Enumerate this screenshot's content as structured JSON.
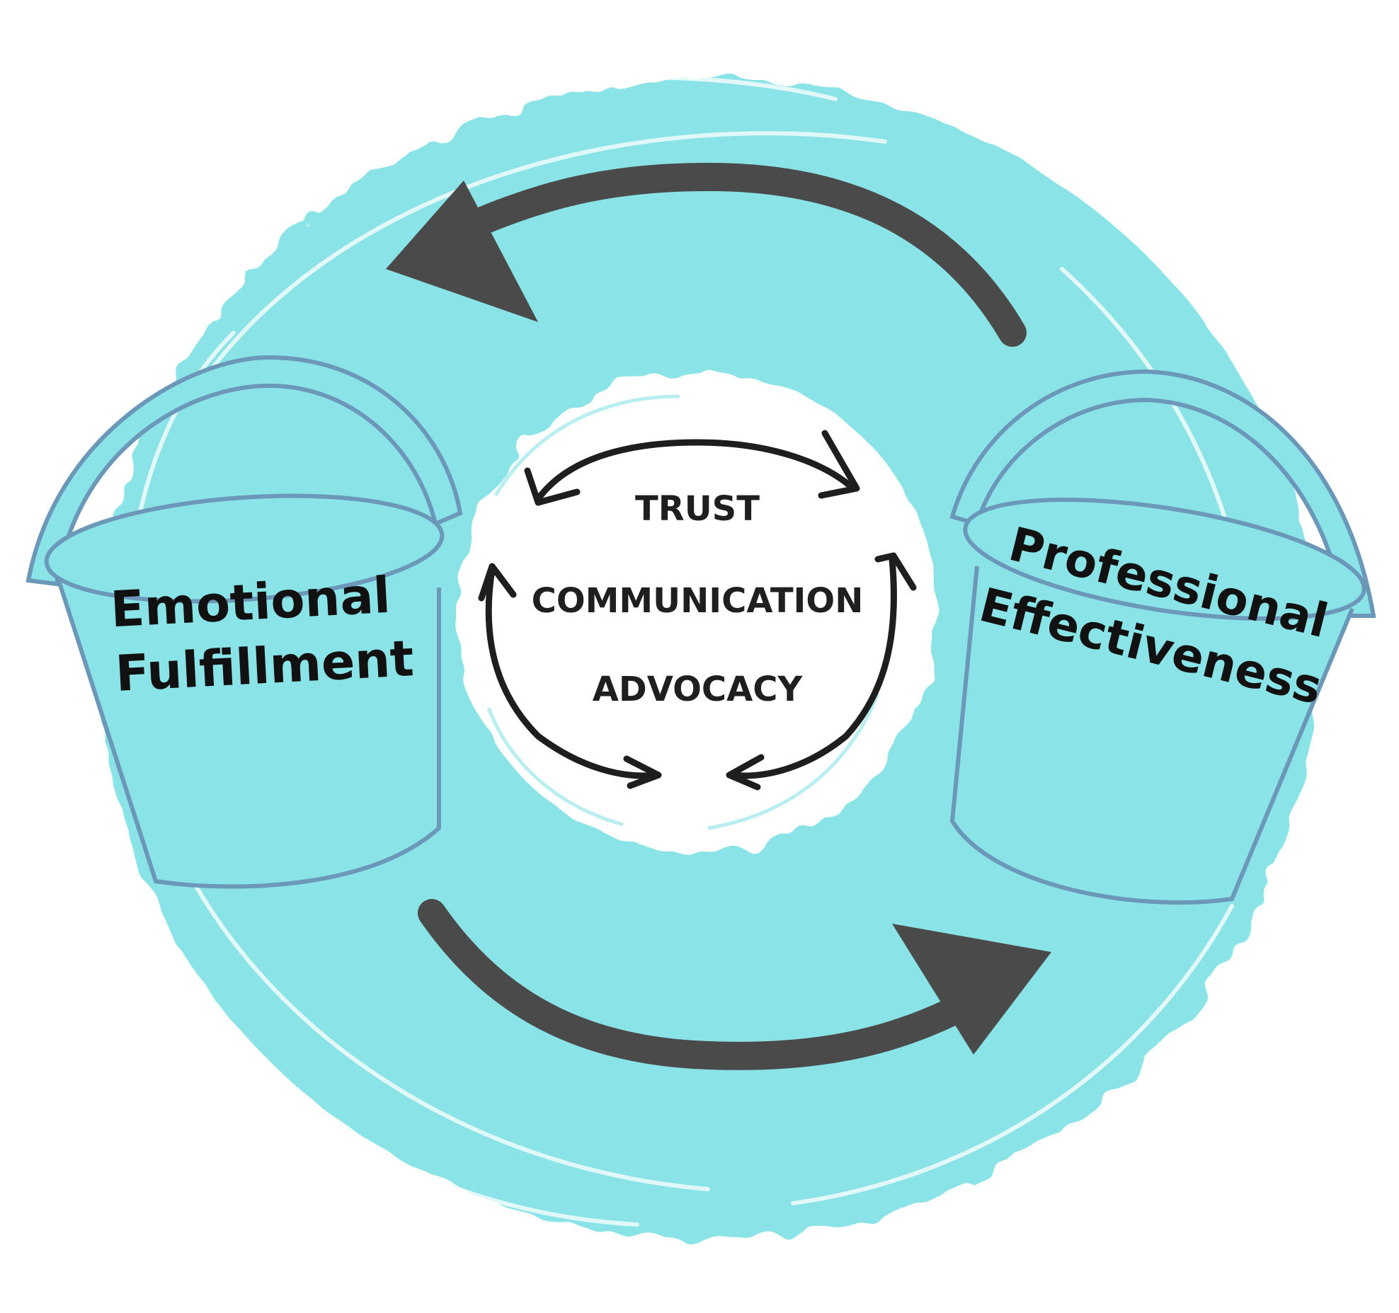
{
  "diagram": {
    "colors": {
      "background": "#ffffff",
      "ring": "#8ae3e6",
      "ring_dark": "#7fd8dc",
      "inner": "#ffffff",
      "big_arrow": "#4a4a4a",
      "small_arrow": "#1e1e1e",
      "bucket_stroke": "#6b97b8",
      "bucket_fill": "#8ae3e6"
    },
    "center": {
      "items": [
        "TRUST",
        "COMMUNICATION",
        "ADVOCACY"
      ]
    },
    "left_bucket": {
      "lines": [
        "Emotional",
        "Fulfillment"
      ]
    },
    "right_bucket": {
      "lines": [
        "Professional",
        "Effectiveness"
      ]
    },
    "icons": {
      "top_arrow": "curved-arrow-left-icon",
      "bottom_arrow": "curved-arrow-right-icon",
      "left_bucket": "bucket-icon",
      "right_bucket": "bucket-icon"
    }
  }
}
